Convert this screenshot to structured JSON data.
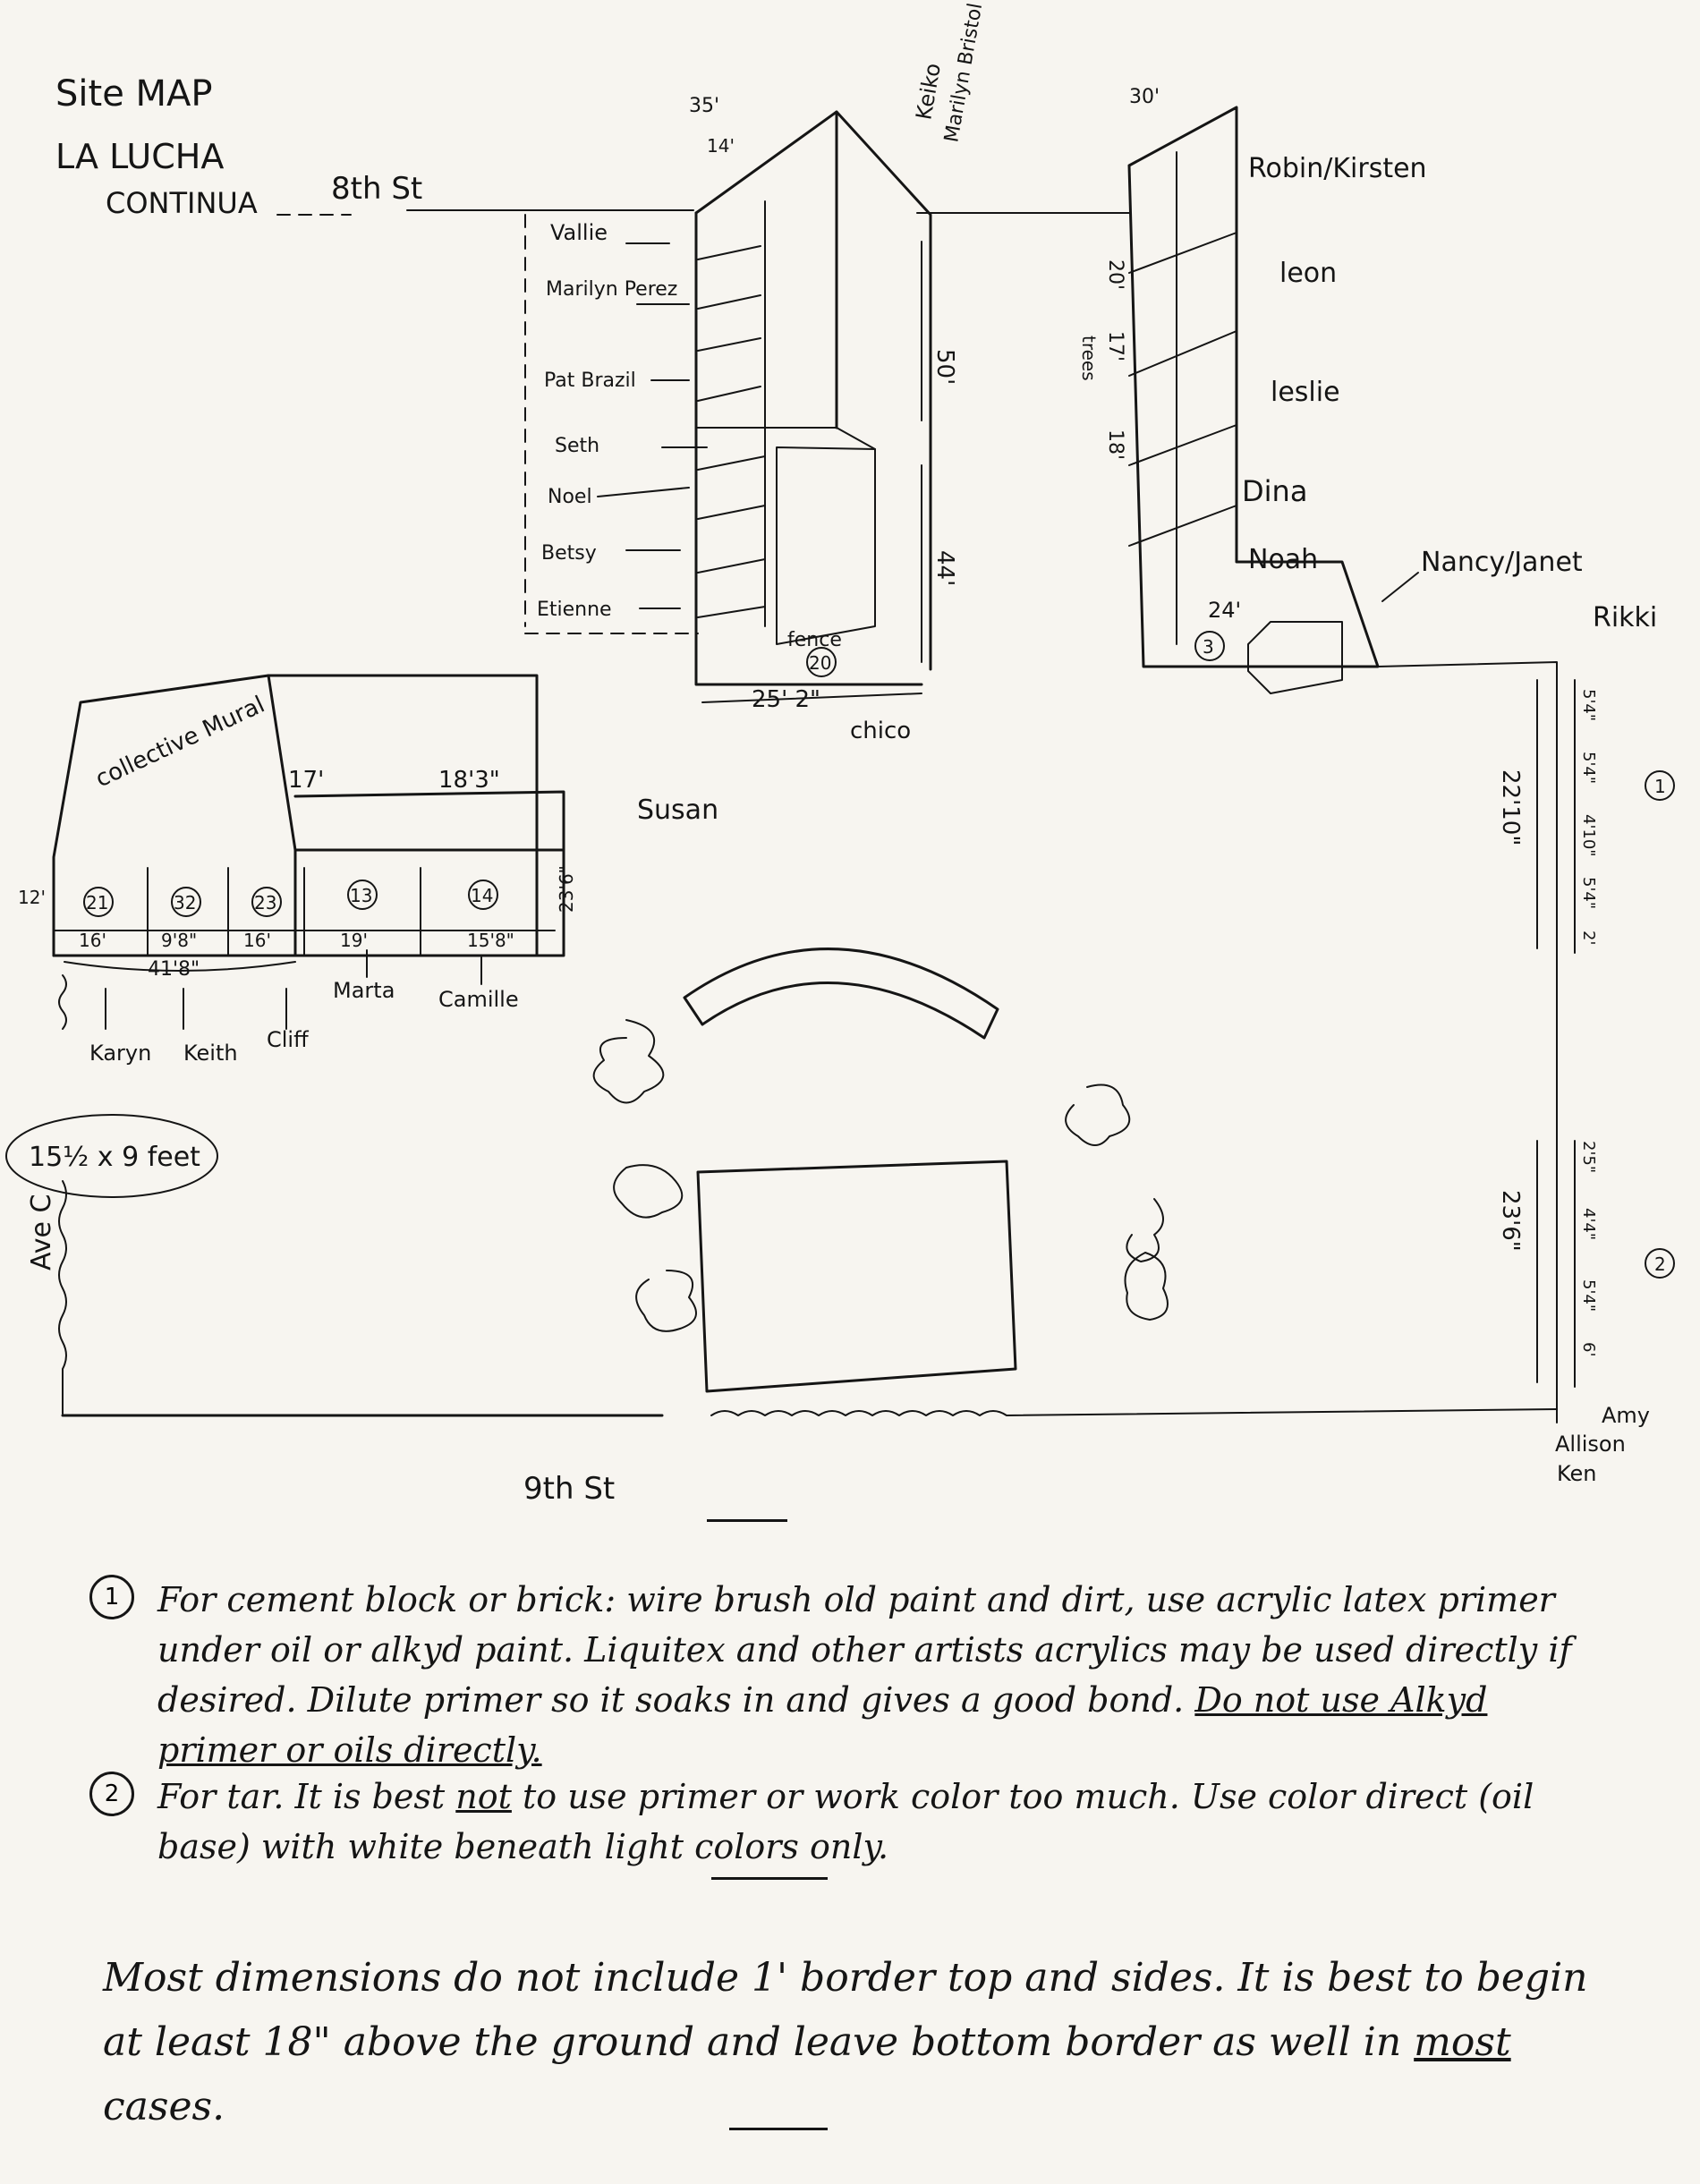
{
  "title": {
    "line1": "Site MAP",
    "line2": "LA LUCHA",
    "line3": "CONTINUA"
  },
  "streets": {
    "north": "8th St",
    "south": "9th St",
    "west": "Ave C"
  },
  "size_note": "15½ x 9 feet",
  "labels": {
    "collective_mural": "collective Mural",
    "fence": "fence",
    "trees": "trees"
  },
  "artists": {
    "keiko": "Keiko",
    "marilyn_bristol": "Marilyn Bristol",
    "vallie": "Vallie",
    "marilyn_perez": "Marilyn Perez",
    "pat_brazil": "Pat Brazil",
    "seth": "Seth",
    "noel": "Noel",
    "betsy": "Betsy",
    "etienne": "Etienne",
    "chico": "chico",
    "robin_kirsten": "Robin/Kirsten",
    "leon": "leon",
    "leslie": "leslie",
    "dina": "Dina",
    "noah": "Noah",
    "nancy_janet": "Nancy/Janet",
    "rikki": "Rikki",
    "susan": "Susan",
    "karyn": "Karyn",
    "keith": "Keith",
    "cliff": "Cliff",
    "marta": "Marta",
    "camille": "Camille",
    "amy_allison_ken": [
      "Amy",
      "Allison",
      "Ken"
    ]
  },
  "wall_numbers": [
    "21",
    "32",
    "23",
    "13",
    "14",
    "20",
    "3",
    "1",
    "2"
  ],
  "dimensions": {
    "west_wall": [
      "16'",
      "9'8\"",
      "16'",
      "19'",
      "15'8\""
    ],
    "west_total": "41'8\"",
    "west_upper": [
      "17'",
      "18'3\""
    ],
    "west_height": "12'",
    "susan_h": "23'6\"",
    "center_top": "35'",
    "center_top2": "14'",
    "center_right_upper": "50'",
    "center_right_lower": "44'",
    "center_bottom": "25' 2\"",
    "east_top": "30'",
    "east_mid": [
      "20'",
      "17'",
      "18'"
    ],
    "east_bottom": "24'",
    "right_upper": "22'10\"",
    "right_upper_parts": [
      "5'4\"",
      "5'4\"",
      "4'10\"",
      "5'4\"",
      "2'"
    ],
    "right_lower": "23'6\"",
    "right_lower_parts": [
      "2'5\"",
      "4'4\"",
      "5'4\"",
      "6'"
    ]
  },
  "notes": [
    {
      "num": "1",
      "text": "For cement block or brick: wire brush old paint and dirt, use acrylic latex primer under oil or alkyd paint. Liquitex and other artists acrylics may be used directly if desired. Dilute primer so it soaks in and gives a good bond.",
      "emphasis": "Do not use Alkyd primer or oils directly."
    },
    {
      "num": "2",
      "text_pre": "For tar. It is best",
      "not": "not",
      "text_post": "to use primer or work color too much. Use color direct (oil base) with white beneath light colors only."
    }
  ],
  "footer": {
    "pre": "Most dimensions do not include 1' border top and sides. It is best to begin at least 18\" above the ground and leave bottom border as well in",
    "most": "most",
    "post": "cases."
  }
}
